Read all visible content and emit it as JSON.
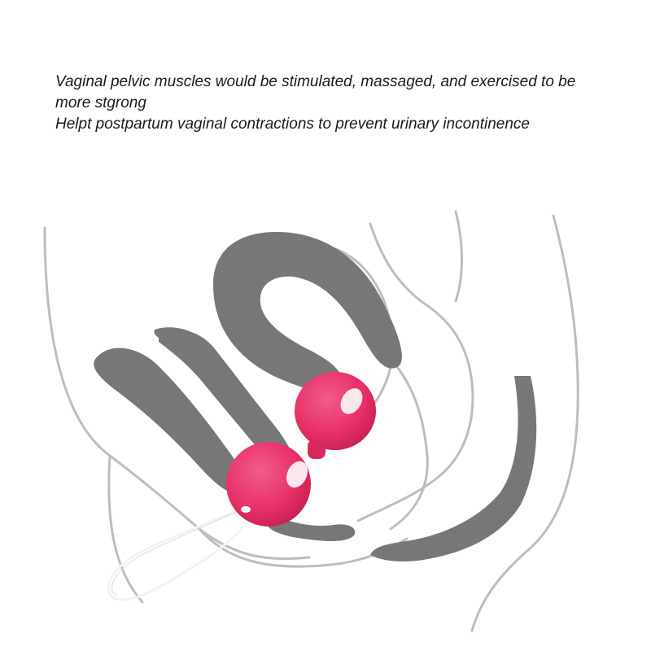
{
  "caption": {
    "line1": "Vaginal pelvic muscles would be stimulated, massaged, and exercised to be more stgrong",
    "line2": "Helpt postpartum vaginal contractions to prevent urinary incontinence"
  },
  "colors": {
    "organ_gray": "#777777",
    "outline_gray": "#b8b8b8",
    "ball_pink": "#e8336a",
    "ball_highlight": "#fbe6ee",
    "string_white": "#f2f2f2"
  },
  "icons": {
    "anatomy": "pelvic-anatomy-illustration",
    "product": "kegel-balls-illustration"
  }
}
